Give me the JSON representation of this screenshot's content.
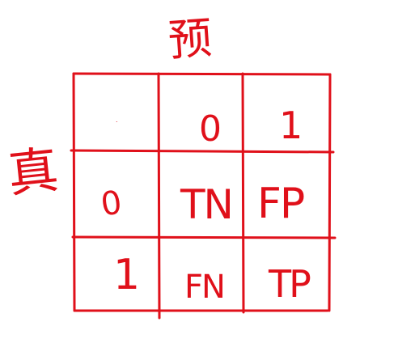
{
  "diagram": {
    "top_label": "预",
    "left_label": "真",
    "header_row": [
      ".",
      "0",
      "1"
    ],
    "rows": [
      {
        "label": "0",
        "cells": [
          "TN",
          "FP"
        ]
      },
      {
        "label": "1",
        "cells": [
          "FN",
          "TP"
        ]
      }
    ]
  },
  "colors": {
    "ink": "#e0101a",
    "background": "#ffffff"
  }
}
